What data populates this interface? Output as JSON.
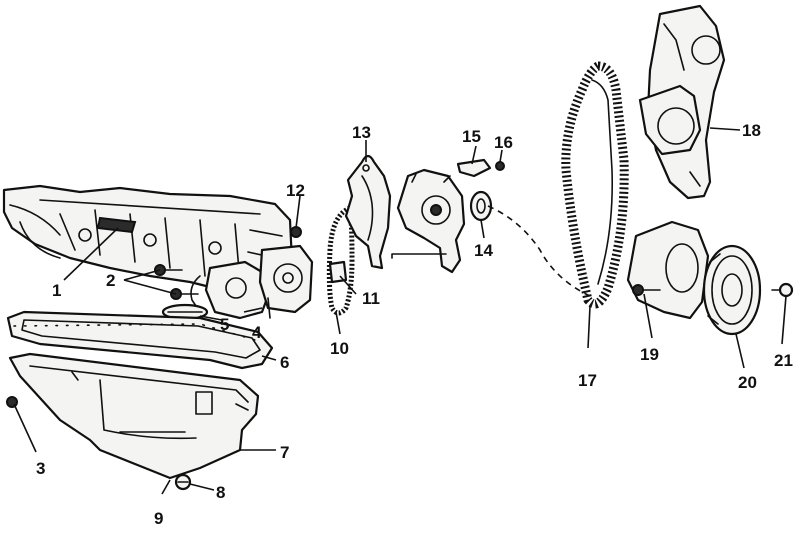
{
  "diagram": {
    "labels": [
      {
        "key": "p1",
        "text": "1"
      },
      {
        "key": "p2",
        "text": "2"
      },
      {
        "key": "p3",
        "text": "3"
      },
      {
        "key": "p4",
        "text": "4"
      },
      {
        "key": "p5",
        "text": "5"
      },
      {
        "key": "p6",
        "text": "6"
      },
      {
        "key": "p7",
        "text": "7"
      },
      {
        "key": "p8",
        "text": "8"
      },
      {
        "key": "p9",
        "text": "9"
      },
      {
        "key": "p10",
        "text": "10"
      },
      {
        "key": "p11",
        "text": "11"
      },
      {
        "key": "p12",
        "text": "12"
      },
      {
        "key": "p13",
        "text": "13"
      },
      {
        "key": "p14",
        "text": "14"
      },
      {
        "key": "p15",
        "text": "15"
      },
      {
        "key": "p16",
        "text": "16"
      },
      {
        "key": "p17",
        "text": "17"
      },
      {
        "key": "p18",
        "text": "18"
      },
      {
        "key": "p19",
        "text": "19"
      },
      {
        "key": "p20",
        "text": "20"
      },
      {
        "key": "p21",
        "text": "21"
      }
    ]
  }
}
